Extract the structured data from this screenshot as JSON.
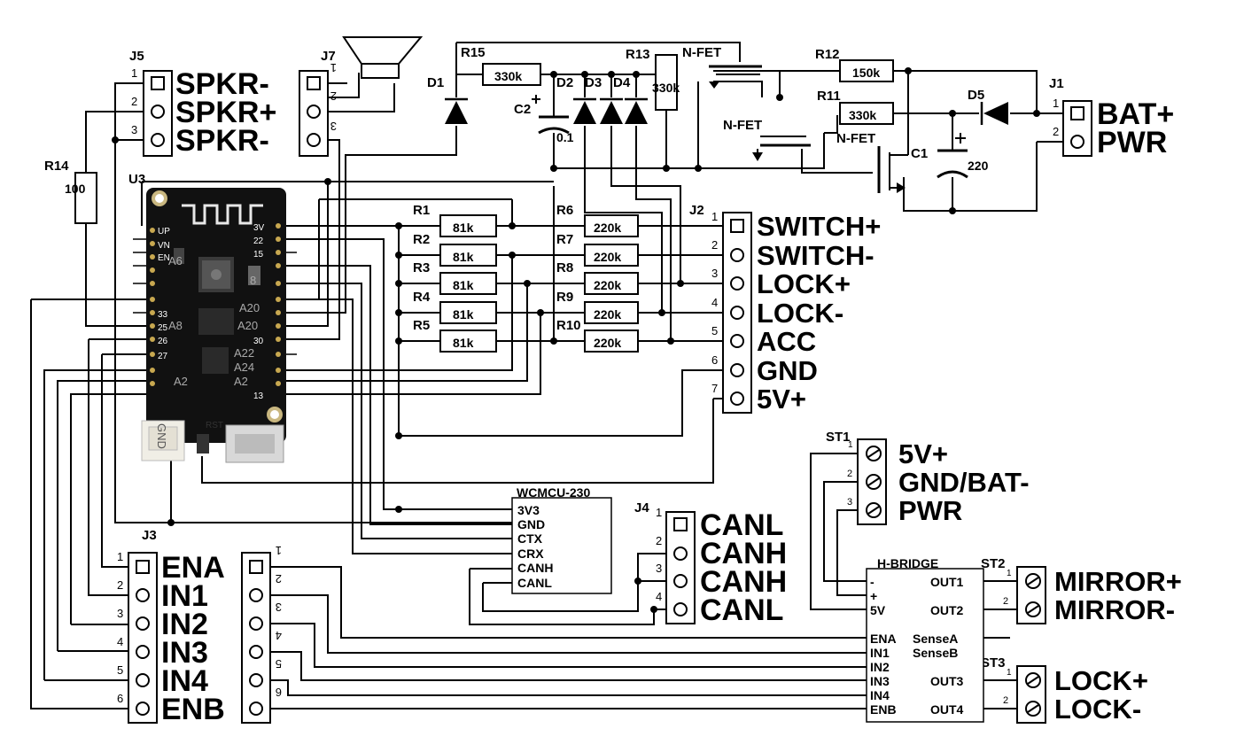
{
  "components": {
    "J5": {
      "ref": "J5",
      "pins": [
        "1",
        "2",
        "3"
      ],
      "labels": [
        "SPKR-",
        "SPKR+",
        "SPKR-"
      ]
    },
    "J7": {
      "ref": "J7",
      "pins": [
        "1",
        "2",
        "3"
      ]
    },
    "J1": {
      "ref": "J1",
      "pins": [
        "1",
        "2"
      ],
      "labels": [
        "BAT+",
        "PWR"
      ]
    },
    "J2": {
      "ref": "J2",
      "pins": [
        "1",
        "2",
        "3",
        "4",
        "5",
        "6",
        "7"
      ],
      "labels": [
        "SWITCH+",
        "SWITCH-",
        "LOCK+",
        "LOCK-",
        "ACC",
        "GND",
        "5V+"
      ]
    },
    "J3": {
      "ref": "J3",
      "pins": [
        "1",
        "2",
        "3",
        "4",
        "5",
        "6"
      ],
      "labels": [
        "ENA",
        "IN1",
        "IN2",
        "IN3",
        "IN4",
        "ENB"
      ]
    },
    "J3b": {
      "pins": [
        "1",
        "2",
        "3",
        "4",
        "5",
        "6"
      ]
    },
    "J4": {
      "ref": "J4",
      "pins": [
        "1",
        "2",
        "3",
        "4"
      ],
      "labels": [
        "CANL",
        "CANH",
        "CANH",
        "CANL"
      ]
    },
    "ST1": {
      "ref": "ST1",
      "pins": [
        "1",
        "2",
        "3"
      ],
      "labels": [
        "5V+",
        "GND/BAT-",
        "PWR"
      ]
    },
    "ST2": {
      "ref": "ST2",
      "pins": [
        "1",
        "2"
      ],
      "labels": [
        "MIRROR+",
        "MIRROR-"
      ]
    },
    "ST3": {
      "ref": "ST3",
      "pins": [
        "1",
        "2"
      ],
      "labels": [
        "LOCK+",
        "LOCK-"
      ]
    },
    "U3": {
      "ref": "U3",
      "board_text": [
        "A6",
        "A20",
        "A8",
        "A20",
        "A22",
        "A24",
        "A2",
        "A2",
        "8",
        "GND",
        "RST"
      ]
    },
    "WCMCU": {
      "title": "WCMCU-230",
      "pins": [
        "3V3",
        "GND",
        "CTX",
        "CRX",
        "CANH",
        "CANL"
      ]
    },
    "HBRIDGE": {
      "title": "H-BRIDGE",
      "left": [
        "-",
        "+",
        "5V",
        "ENA",
        "IN1",
        "IN2",
        "IN3",
        "IN4",
        "ENB"
      ],
      "right": [
        "OUT1",
        "OUT2",
        "SenseA",
        "SenseB",
        "OUT3",
        "OUT4"
      ]
    }
  },
  "resistors": {
    "R1": {
      "ref": "R1",
      "value": "81k"
    },
    "R2": {
      "ref": "R2",
      "value": "81k"
    },
    "R3": {
      "ref": "R3",
      "value": "81k"
    },
    "R4": {
      "ref": "R4",
      "value": "81k"
    },
    "R5": {
      "ref": "R5",
      "value": "81k"
    },
    "R6": {
      "ref": "R6",
      "value": "220k"
    },
    "R7": {
      "ref": "R7",
      "value": "220k"
    },
    "R8": {
      "ref": "R8",
      "value": "220k"
    },
    "R9": {
      "ref": "R9",
      "value": "220k"
    },
    "R10": {
      "ref": "R10",
      "value": "220k"
    },
    "R11": {
      "ref": "R11",
      "value": "330k"
    },
    "R12": {
      "ref": "R12",
      "value": "150k"
    },
    "R13": {
      "ref": "R13",
      "value": "330k"
    },
    "R14": {
      "ref": "R14",
      "value": "100"
    },
    "R15": {
      "ref": "R15",
      "value": "330k"
    }
  },
  "capacitors": {
    "C1": {
      "ref": "C1",
      "value": "220"
    },
    "C2": {
      "ref": "C2",
      "value": "0.1"
    }
  },
  "diodes": [
    "D1",
    "D2",
    "D3",
    "D4",
    "D5"
  ],
  "fets": [
    "N-FET",
    "N-FET",
    "N-FET"
  ]
}
